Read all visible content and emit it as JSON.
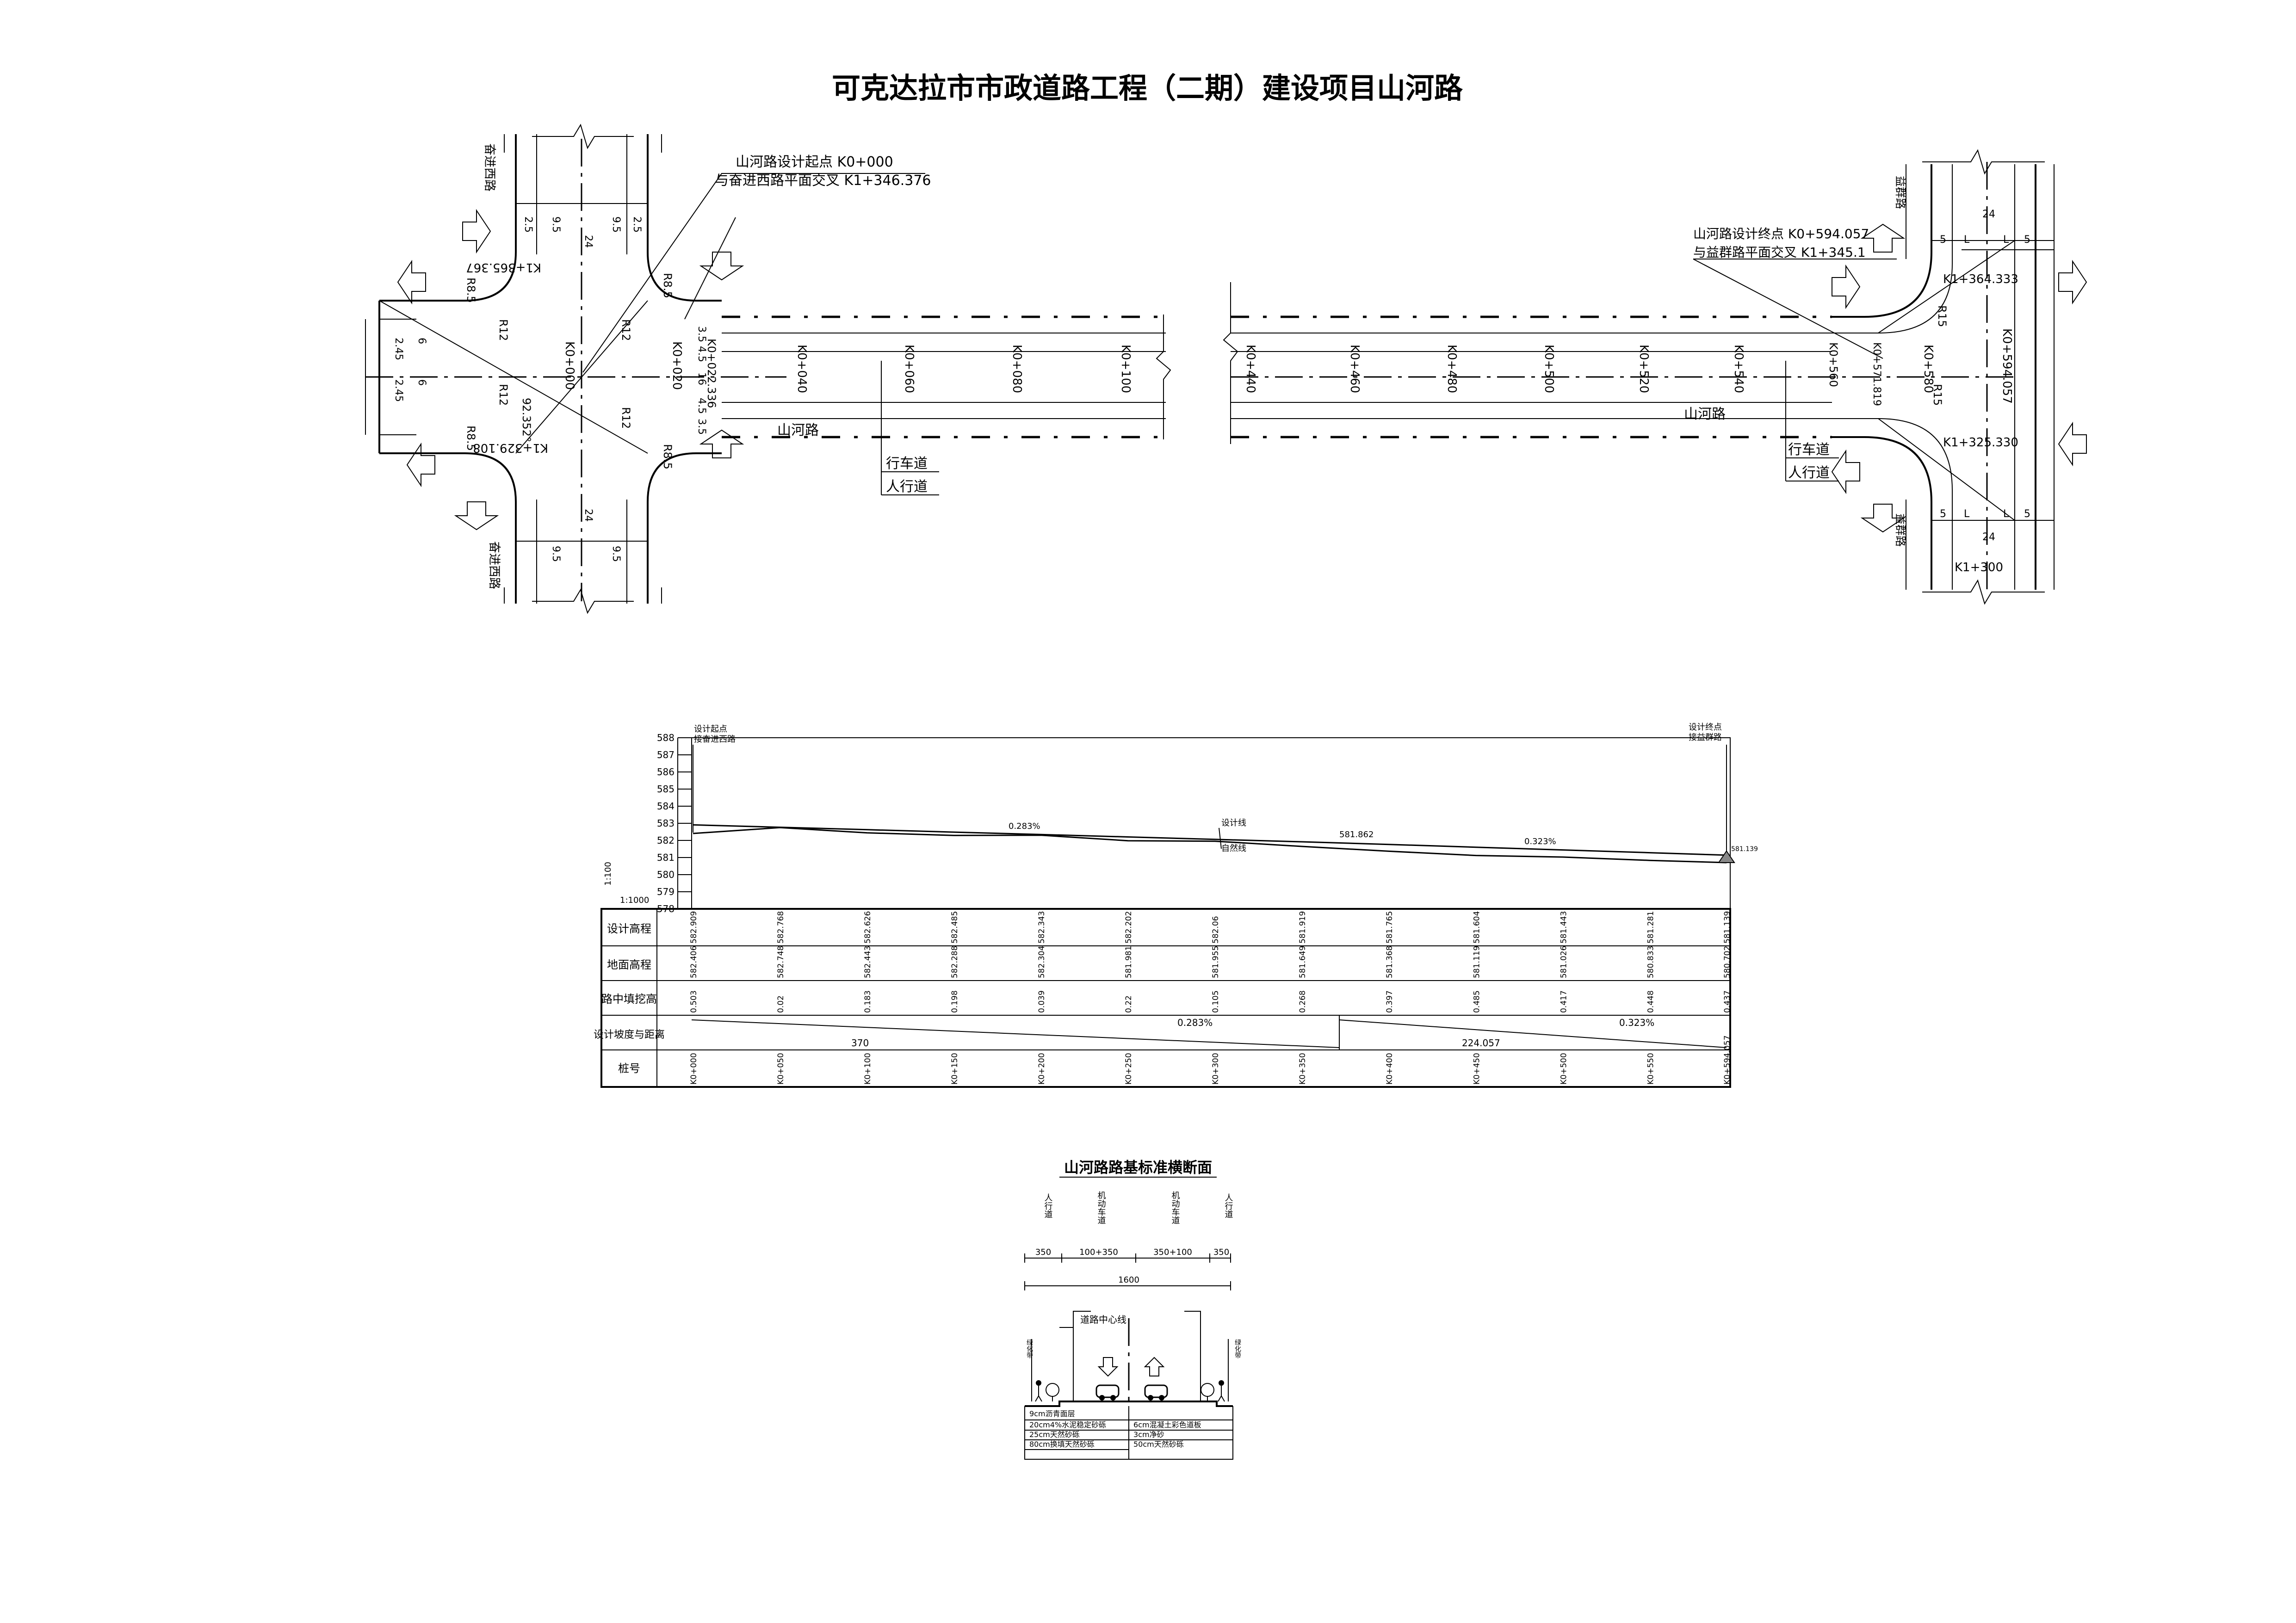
{
  "title": "可克达拉市市政道路工程（二期）建设项目山河路",
  "plan": {
    "road_name": "山河路",
    "start": {
      "line1": "山河路设计起点 K0+000",
      "line2": "与奋进西路平面交叉 K1+346.376"
    },
    "end": {
      "line1": "山河路设计终点 K0+594.057",
      "line2": "与益群路平面交叉 K1+345.1"
    },
    "west_cross_road": "奋进西路",
    "east_cross_road": "益群路",
    "lane_label": "行车道",
    "walk_label": "人行道",
    "left_chainages": [
      "K0+000",
      "K0+020",
      "K0+022.336",
      "K0+040",
      "K0+060",
      "K0+080",
      "K0+100"
    ],
    "right_chainages": [
      "K0+440",
      "K0+460",
      "K0+480",
      "K0+500",
      "K0+520",
      "K0+540",
      "K0+560",
      "K0+571.819",
      "K0+580",
      "K0+594.057"
    ],
    "west_cross_chainages": [
      "K1+365.367",
      "K1+329.108"
    ],
    "east_cross_chainages": [
      "K1+364.333",
      "K1+325.330",
      "K1+300"
    ],
    "radii": [
      "R8.5",
      "R12",
      "R8.5",
      "R12",
      "R8.5",
      "R12",
      "R8.5",
      "R12",
      "R15",
      "R15"
    ],
    "dims_road": [
      "3.5",
      "4.5",
      "16",
      "4.5",
      "3.5"
    ],
    "dims_west_road": [
      "2.45",
      "6",
      "2.45",
      "6"
    ],
    "dims_cross": [
      "2.5",
      "9.5",
      "24",
      "9.5",
      "2.5"
    ],
    "dims_east_cross": [
      "5",
      "L",
      "24",
      "L",
      "5"
    ],
    "angle": "92.352°"
  },
  "profile": {
    "scale_v": "1:100",
    "scale_h": "1:1000",
    "elev_ticks": [
      "588",
      "587",
      "586",
      "585",
      "584",
      "583",
      "582",
      "581",
      "580",
      "579",
      "578"
    ],
    "start_label": [
      "设计起点",
      "接奋进西路"
    ],
    "end_label": [
      "设计终点",
      "接益群路"
    ],
    "design_line_label": "设计线",
    "ground_line_label": "自然线",
    "grade_labels": [
      "0.283%",
      "0.323%"
    ],
    "vertex_label": "581.862",
    "end_elev_label": "581.139",
    "row_headers": [
      "设计高程",
      "地面高程",
      "路中填挖高",
      "设计坡度与距离",
      "桩号"
    ],
    "stations": [
      "K0+000",
      "K0+050",
      "K0+100",
      "K0+150",
      "K0+200",
      "K0+250",
      "K0+300",
      "K0+350",
      "K0+400",
      "K0+450",
      "K0+500",
      "K0+550",
      "K0+594.057"
    ],
    "design_elev": [
      "582.909",
      "582.768",
      "582.626",
      "582.485",
      "582.343",
      "582.202",
      "582.06",
      "581.919",
      "581.765",
      "581.604",
      "581.443",
      "581.281",
      "581.139"
    ],
    "ground_elev": [
      "582.406",
      "582.748",
      "582.443",
      "582.288",
      "582.304",
      "581.981",
      "581.955",
      "581.649",
      "581.368",
      "581.119",
      "581.026",
      "580.833",
      "580.702"
    ],
    "fill_cut": [
      "0.503",
      "0.02",
      "0.183",
      "0.198",
      "0.039",
      "0.22",
      "0.105",
      "0.268",
      "0.397",
      "0.485",
      "0.417",
      "0.448",
      "0.437"
    ],
    "grade_segments": [
      {
        "grade": "0.283%",
        "length": "370"
      },
      {
        "grade": "0.323%",
        "length": "224.057"
      }
    ]
  },
  "chart_data": {
    "type": "line",
    "x": [
      0,
      50,
      100,
      150,
      200,
      250,
      300,
      350,
      400,
      450,
      500,
      550,
      594.057
    ],
    "series": [
      {
        "name": "设计线",
        "values": [
          582.909,
          582.768,
          582.626,
          582.485,
          582.343,
          582.202,
          582.06,
          581.919,
          581.765,
          581.604,
          581.443,
          581.281,
          581.139
        ]
      },
      {
        "name": "自然线",
        "values": [
          582.406,
          582.748,
          582.443,
          582.288,
          582.304,
          581.981,
          581.955,
          581.649,
          581.368,
          581.119,
          581.026,
          580.833,
          580.702
        ]
      }
    ],
    "ylim": [
      578,
      588
    ],
    "xlim": [
      0,
      594.057
    ]
  },
  "section": {
    "title": "山河路路基标准横断面",
    "walk": "人行道",
    "motor": "机动车道",
    "dims": [
      "350",
      "100+350",
      "350+100",
      "350"
    ],
    "total": "1600",
    "center_label": "道路中心线",
    "greenbelt": "绿化带",
    "layers_left": [
      "9cm沥青面层",
      "20cm4%水泥稳定砂砾",
      "25cm天然砂砾",
      "80cm换填天然砂砾"
    ],
    "layers_right": [
      "6cm混凝土彩色道板",
      "3cm净砂",
      "50cm天然砂砾"
    ]
  }
}
